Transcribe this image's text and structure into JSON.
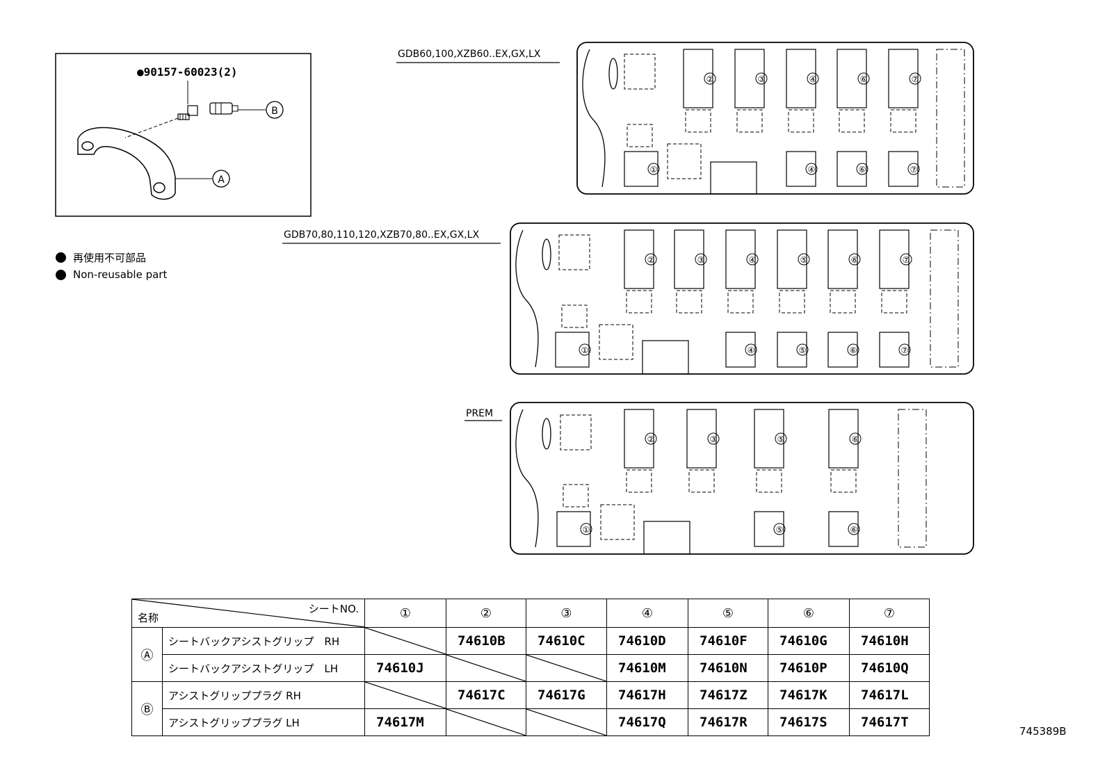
{
  "part_label": "●90157-60023(2)",
  "callout_a": "Ⓐ",
  "callout_b": "Ⓑ",
  "legend": [
    "再使用不可部品",
    "Non-reusable part"
  ],
  "layouts": [
    {
      "label": "GDB60,100,XZB60..EX,GX,LX",
      "top_seats": [
        "②",
        "③",
        "④",
        "⑥",
        "⑦"
      ],
      "bottom_seats": [
        "①",
        "④",
        "⑥",
        "⑦"
      ]
    },
    {
      "label": "GDB70,80,110,120,XZB70,80..EX,GX,LX",
      "top_seats": [
        "②",
        "③",
        "④",
        "⑤",
        "⑥",
        "⑦"
      ],
      "bottom_seats": [
        "①",
        "④",
        "⑤",
        "⑥",
        "⑦"
      ]
    },
    {
      "label": "PREM",
      "top_seats": [
        "②",
        "③",
        "⑤",
        "⑥"
      ],
      "bottom_seats": [
        "①",
        "⑤",
        "⑥"
      ]
    }
  ],
  "table": {
    "corner_top": "シートNO.",
    "corner_bottom": "名称",
    "seat_headers": [
      "①",
      "②",
      "③",
      "④",
      "⑤",
      "⑥",
      "⑦"
    ],
    "groups": [
      {
        "mark": "Ⓐ",
        "rows": [
          {
            "name": "シートバックアシストグリップ　RH",
            "parts": [
              "",
              "74610B",
              "74610C",
              "74610D",
              "74610F",
              "74610G",
              "74610H"
            ]
          },
          {
            "name": "シートバックアシストグリップ　LH",
            "parts": [
              "74610J",
              "",
              "",
              "74610M",
              "74610N",
              "74610P",
              "74610Q"
            ]
          }
        ]
      },
      {
        "mark": "Ⓑ",
        "rows": [
          {
            "name": "アシストグリッププラグ RH",
            "parts": [
              "",
              "74617C",
              "74617G",
              "74617H",
              "74617Z",
              "74617K",
              "74617L"
            ]
          },
          {
            "name": "アシストグリッププラグ LH",
            "parts": [
              "74617M",
              "",
              "",
              "74617Q",
              "74617R",
              "74617S",
              "74617T"
            ]
          }
        ]
      }
    ]
  },
  "image_number": "745389B"
}
